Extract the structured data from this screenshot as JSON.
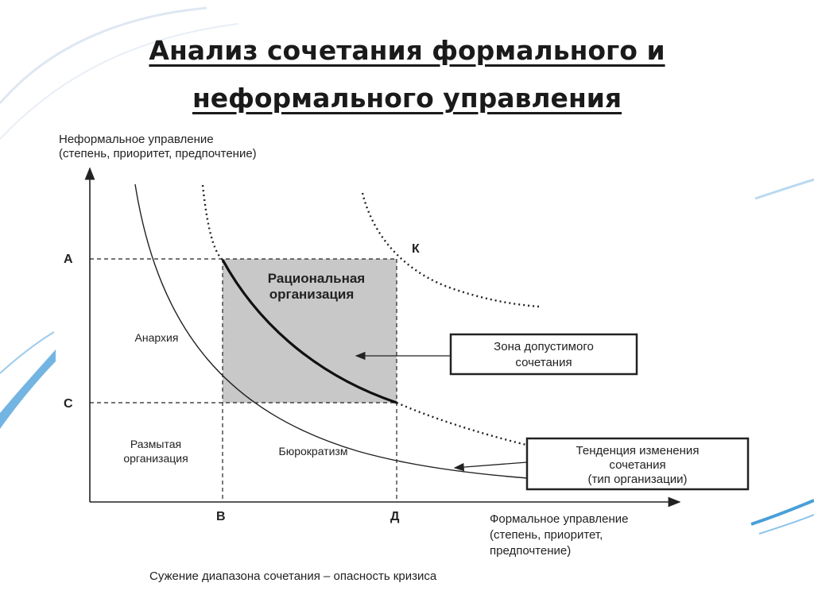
{
  "title": {
    "line1": "Анализ сочетания формального и",
    "line2": "неформального управления"
  },
  "y_axis": {
    "label_line1": "Неформальное управление",
    "label_line2": "(степень, приоритет, предпочтение)",
    "tick_a": "А",
    "tick_c": "С"
  },
  "x_axis": {
    "label_line1": "Формальное управление",
    "label_line2": "(степень, приоритет,",
    "label_line3": "предпочтение)",
    "tick_b": "В",
    "tick_d": "Д"
  },
  "curve_label_k": "К",
  "regions": {
    "rational_line1": "Рациональная",
    "rational_line2": "организация",
    "anarchy": "Анархия",
    "blurred_line1": "Размытая",
    "blurred_line2": "организация",
    "bureaucratism": "Бюрократизм"
  },
  "callouts": {
    "zone_line1": "Зона допустимого",
    "zone_line2": "сочетания",
    "trend_line1": "Тенденция изменения",
    "trend_line2": "сочетания",
    "trend_line3": "(тип организации)"
  },
  "footer": "Сужение диапазона сочетания – опасность кризиса",
  "colors": {
    "zone_fill": "#c8c8c8",
    "decor_blue": "#4a9fd8"
  }
}
